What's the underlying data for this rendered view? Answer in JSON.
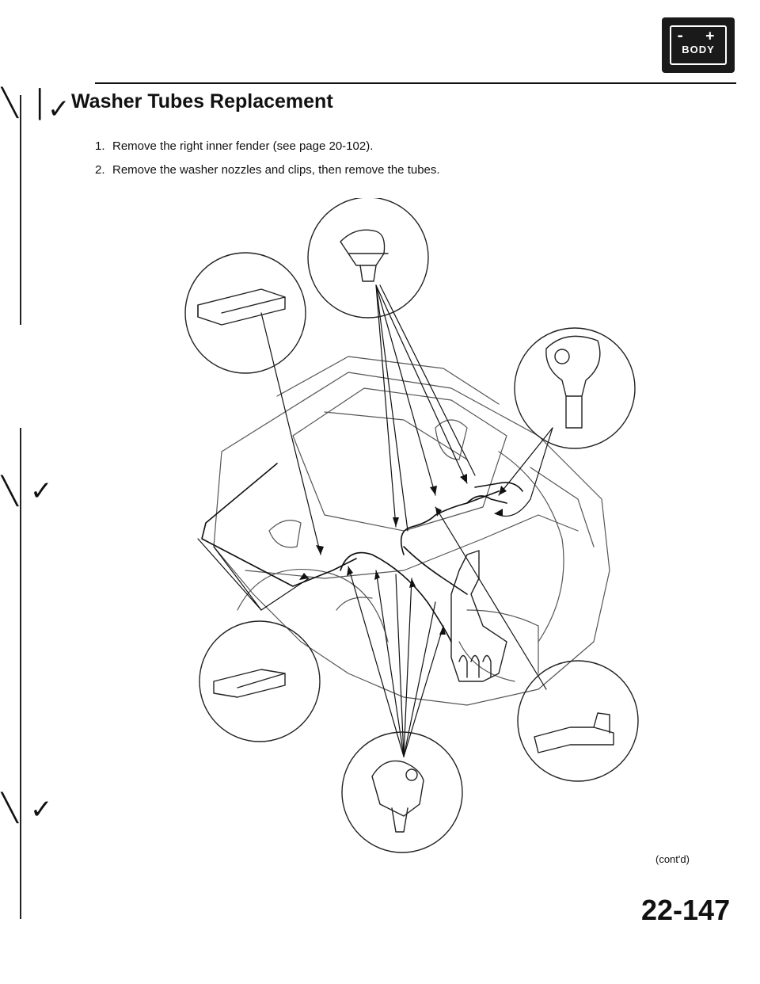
{
  "section_badge": {
    "signs": "- +",
    "label": "BODY"
  },
  "title": "Washer Tubes Replacement",
  "steps": [
    {
      "number": "1.",
      "text": "Remove the right inner fender (see page 20-102)."
    },
    {
      "number": "2.",
      "text": "Remove the washer nozzles and clips, then remove the tubes."
    }
  ],
  "footer": {
    "continued": "(cont'd)",
    "page_number": "22-147"
  }
}
